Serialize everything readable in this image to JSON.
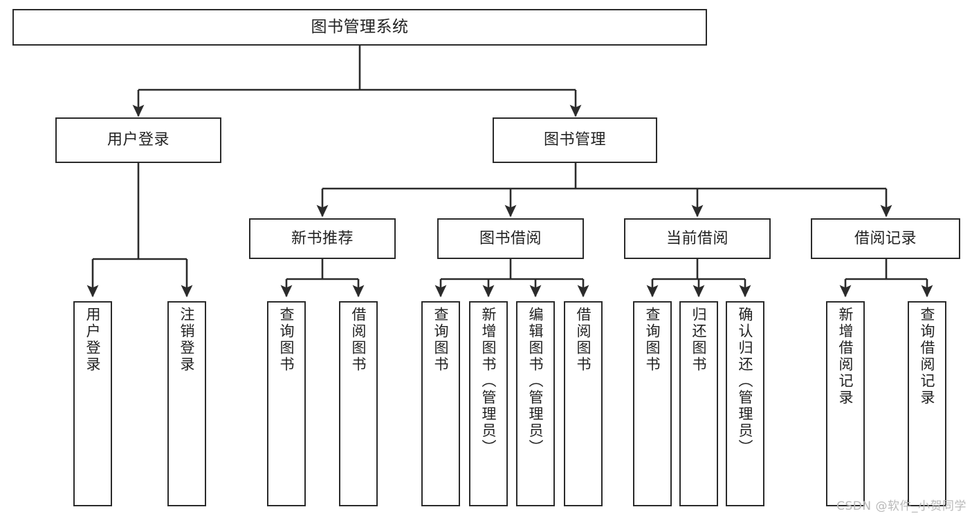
{
  "diagram": {
    "title": "图书管理系统",
    "watermark": "CSDN @软件_小贺同学",
    "colors": {
      "node_border": "#2b2b2b",
      "node_fill": "#ffffff",
      "edge": "#2b2b2b",
      "text": "#222222",
      "watermark": "#b9b9b9",
      "background": "#ffffff"
    },
    "levels": {
      "root": "图书管理系统",
      "level2": [
        "用户登录",
        "图书管理"
      ],
      "level3": [
        "新书推荐",
        "图书借阅",
        "当前借阅",
        "借阅记录"
      ]
    },
    "nodes": {
      "root": {
        "label": "图书管理系统"
      },
      "user_login": {
        "label": "用户登录"
      },
      "book_manage": {
        "label": "图书管理"
      },
      "new_book_rec": {
        "label": "新书推荐"
      },
      "book_borrow": {
        "label": "图书借阅"
      },
      "current_borrow": {
        "label": "当前借阅"
      },
      "borrow_record": {
        "label": "借阅记录"
      },
      "leaf_user_login": {
        "label": "用户登录"
      },
      "leaf_logout": {
        "label": "注销登录"
      },
      "leaf_query_book_1": {
        "label": "查询图书"
      },
      "leaf_borrow_book_1": {
        "label": "借阅图书"
      },
      "leaf_query_book_2": {
        "label": "查询图书"
      },
      "leaf_add_book": {
        "label": "新增图书（管理员）"
      },
      "leaf_edit_book": {
        "label": "编辑图书（管理员）"
      },
      "leaf_borrow_book_2": {
        "label": "借阅图书"
      },
      "leaf_query_book_3": {
        "label": "查询图书"
      },
      "leaf_return_book": {
        "label": "归还图书"
      },
      "leaf_confirm_return": {
        "label": "确认归还（管理员）"
      },
      "leaf_add_record": {
        "label": "新增借阅记录"
      },
      "leaf_query_record": {
        "label": "查询借阅记录"
      }
    },
    "tree": {
      "图书管理系统": {
        "用户登录": [
          "用户登录",
          "注销登录"
        ],
        "图书管理": {
          "新书推荐": [
            "查询图书",
            "借阅图书"
          ],
          "图书借阅": [
            "查询图书",
            "新增图书（管理员）",
            "编辑图书（管理员）",
            "借阅图书"
          ],
          "当前借阅": [
            "查询图书",
            "归还图书",
            "确认归还（管理员）"
          ],
          "借阅记录": [
            "新增借阅记录",
            "查询借阅记录"
          ]
        }
      }
    }
  }
}
